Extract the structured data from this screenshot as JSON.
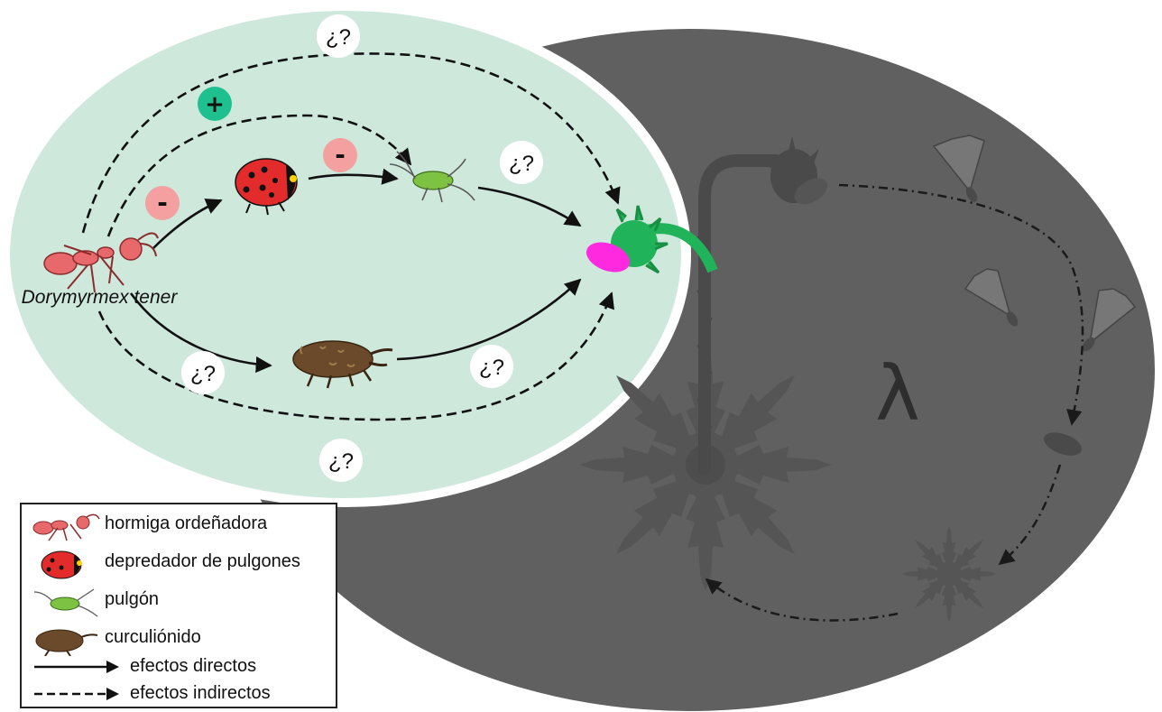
{
  "species_label": "Dorymyrmex tener",
  "effect_signs": {
    "ant_to_ladybug": "-",
    "ladybug_to_aphid": "-",
    "ant_to_aphid": "+",
    "aphid_to_plant": "¿?",
    "ant_to_plant_top": "¿?",
    "ant_to_weevil": "¿?",
    "weevil_to_plant": "¿?",
    "ant_to_plant_bottom": "¿?"
  },
  "population_growth_symbol": "λ",
  "colors": {
    "green_ellipse": "#cfe8dc",
    "gray_ellipse": "#606060",
    "plus_badge": "#1fc08f",
    "minus_badge": "#f4a0a0",
    "flower_head": "#22b35a",
    "flower_magenta": "#ff29e0"
  },
  "legend": {
    "items": [
      {
        "icon": "ant-icon",
        "label": "hormiga ordeñadora"
      },
      {
        "icon": "ladybug-icon",
        "label": "depredador de pulgones"
      },
      {
        "icon": "aphid-icon",
        "label": "pulgón"
      },
      {
        "icon": "weevil-icon",
        "label": "curculiónido"
      },
      {
        "icon": "solid-arrow-icon",
        "label": "efectos directos"
      },
      {
        "icon": "dashed-arrow-icon",
        "label": "efectos indirectos"
      }
    ]
  }
}
